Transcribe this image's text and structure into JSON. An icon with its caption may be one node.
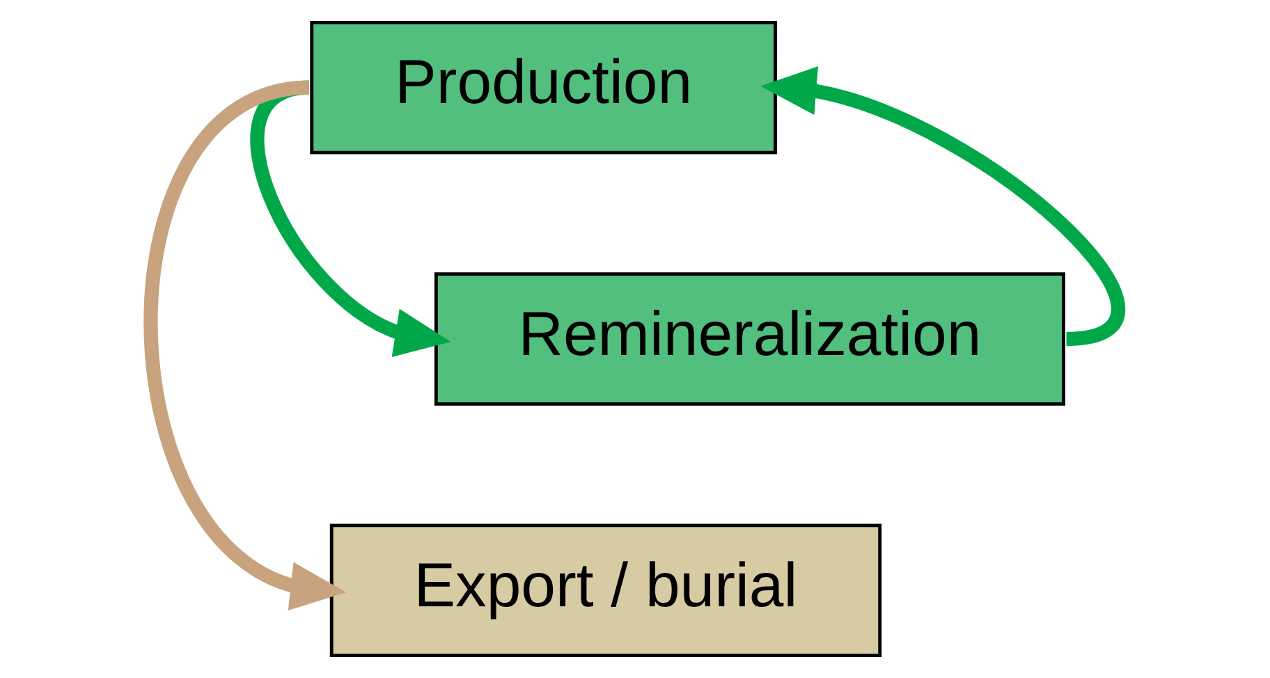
{
  "diagram": {
    "nodes": [
      {
        "text": [
          "Production"
        ]
      },
      {
        "text": [
          "Remineralization"
        ]
      },
      {
        "text": [
          "Export / burial"
        ]
      }
    ],
    "edges": [
      {
        "from": 0,
        "to": 1,
        "arrow": "to"
      },
      {
        "from": 1,
        "to": 0,
        "arrow": "to"
      },
      {
        "from": 0,
        "to": 2,
        "arrow": "to",
        "color": "#c9a27e"
      }
    ]
  }
}
